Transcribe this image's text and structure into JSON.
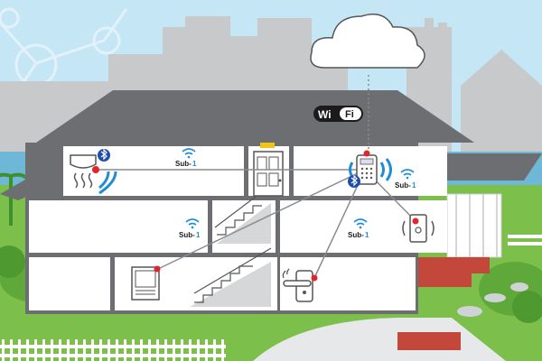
{
  "labels": {
    "wifi_badge_left": "Wi",
    "wifi_badge_right": "Fi",
    "sub1_prefix": "Sub-",
    "sub1_suffix": "1"
  },
  "colors": {
    "sky": "#bfe1f2",
    "water": "#6fb7d6",
    "grass": "#7cbf4a",
    "grass_dark": "#5fa83a",
    "skyline": "#c7c9cb",
    "roof": "#6d6e71",
    "wall_outline": "#6d6e71",
    "room_fill": "#ffffff",
    "link_line": "#8a8c8e",
    "signal_blue": "#1f8dd6",
    "bluetooth_blue": "#1d4fa8",
    "node_red": "#e0262c",
    "brick": "#c3473a",
    "fence": "#ffffff"
  },
  "icons": [
    "cloud-icon",
    "wifi-badge-icon",
    "smoke-detector-icon",
    "bluetooth-icon",
    "hub-keypad-icon",
    "wifi-signal-icon",
    "thermostat-icon",
    "door-lock-icon",
    "window-sensor-icon",
    "door-icon",
    "staircase-icon"
  ]
}
